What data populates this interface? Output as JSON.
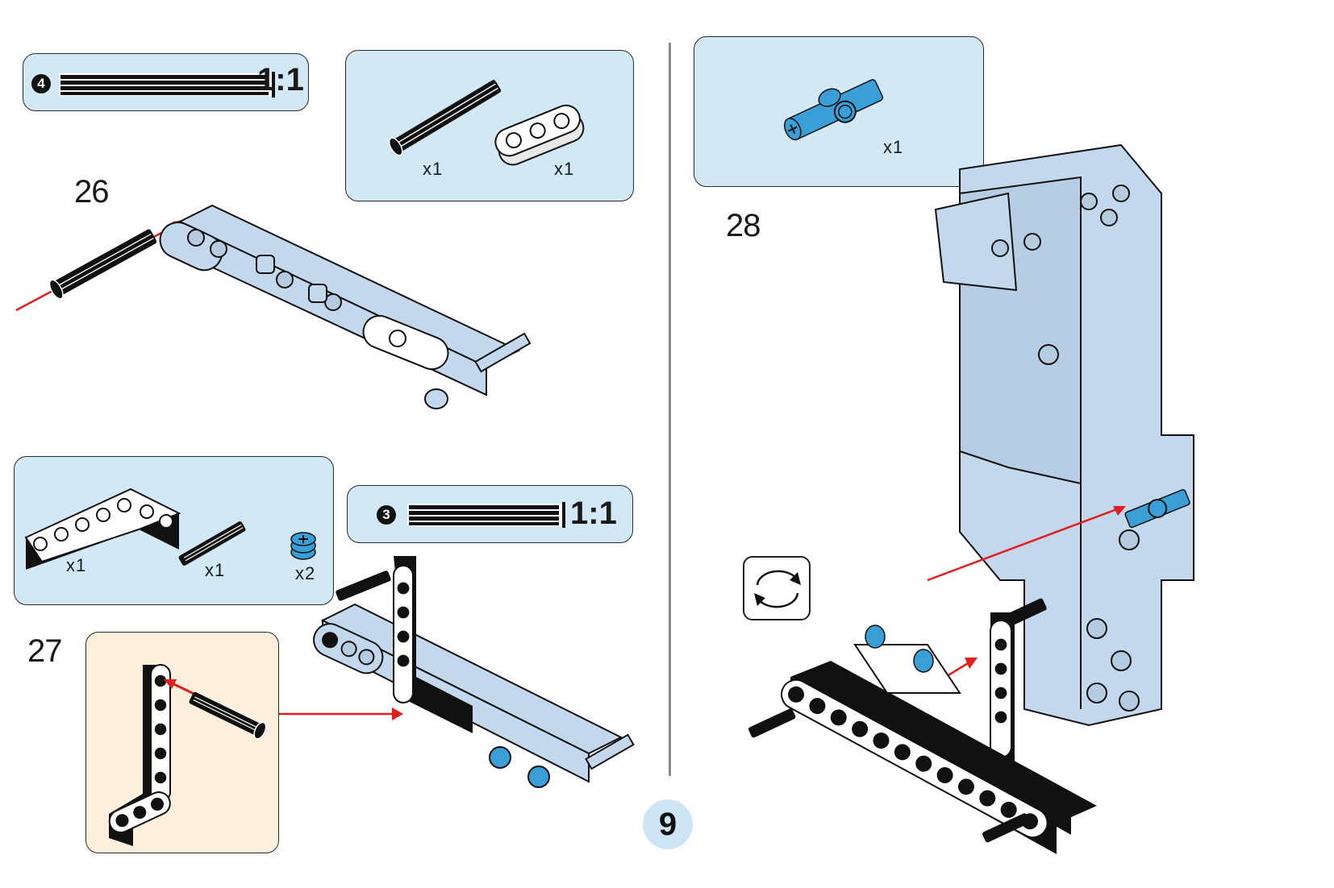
{
  "page": {
    "number": "9",
    "colors": {
      "panel_blue": "#d2e8f5",
      "panel_cream": "#fcf0dd",
      "part_light_blue": "#c3d8ec",
      "part_medium_azure": "#3a9fd6",
      "part_black": "#111111",
      "arrow_red": "#e0201e",
      "divider_gray": "#8a8a8a"
    }
  },
  "steps": [
    {
      "number": "26",
      "length_ref": {
        "badge": "4",
        "part": "axle-4",
        "scale": "1:1"
      },
      "parts": [
        {
          "name": "axle-4-black",
          "icon": "axle-icon",
          "qty": "x1"
        },
        {
          "name": "beam-3-white-cross",
          "icon": "beam-icon",
          "qty": "x1"
        }
      ]
    },
    {
      "number": "27",
      "length_ref": {
        "badge": "3",
        "part": "axle-3",
        "scale": "1:1"
      },
      "parts": [
        {
          "name": "l-beam-black",
          "icon": "l-beam-icon",
          "qty": "x1"
        },
        {
          "name": "axle-3-black",
          "icon": "axle-icon",
          "qty": "x1"
        },
        {
          "name": "bush-azure",
          "icon": "bush-icon",
          "qty": "x2"
        }
      ],
      "subassembly": true
    },
    {
      "number": "28",
      "parts": [
        {
          "name": "angle-connector-azure",
          "icon": "connector-icon",
          "qty": "x1"
        }
      ],
      "rotate_hint": "rotate-icon"
    }
  ]
}
